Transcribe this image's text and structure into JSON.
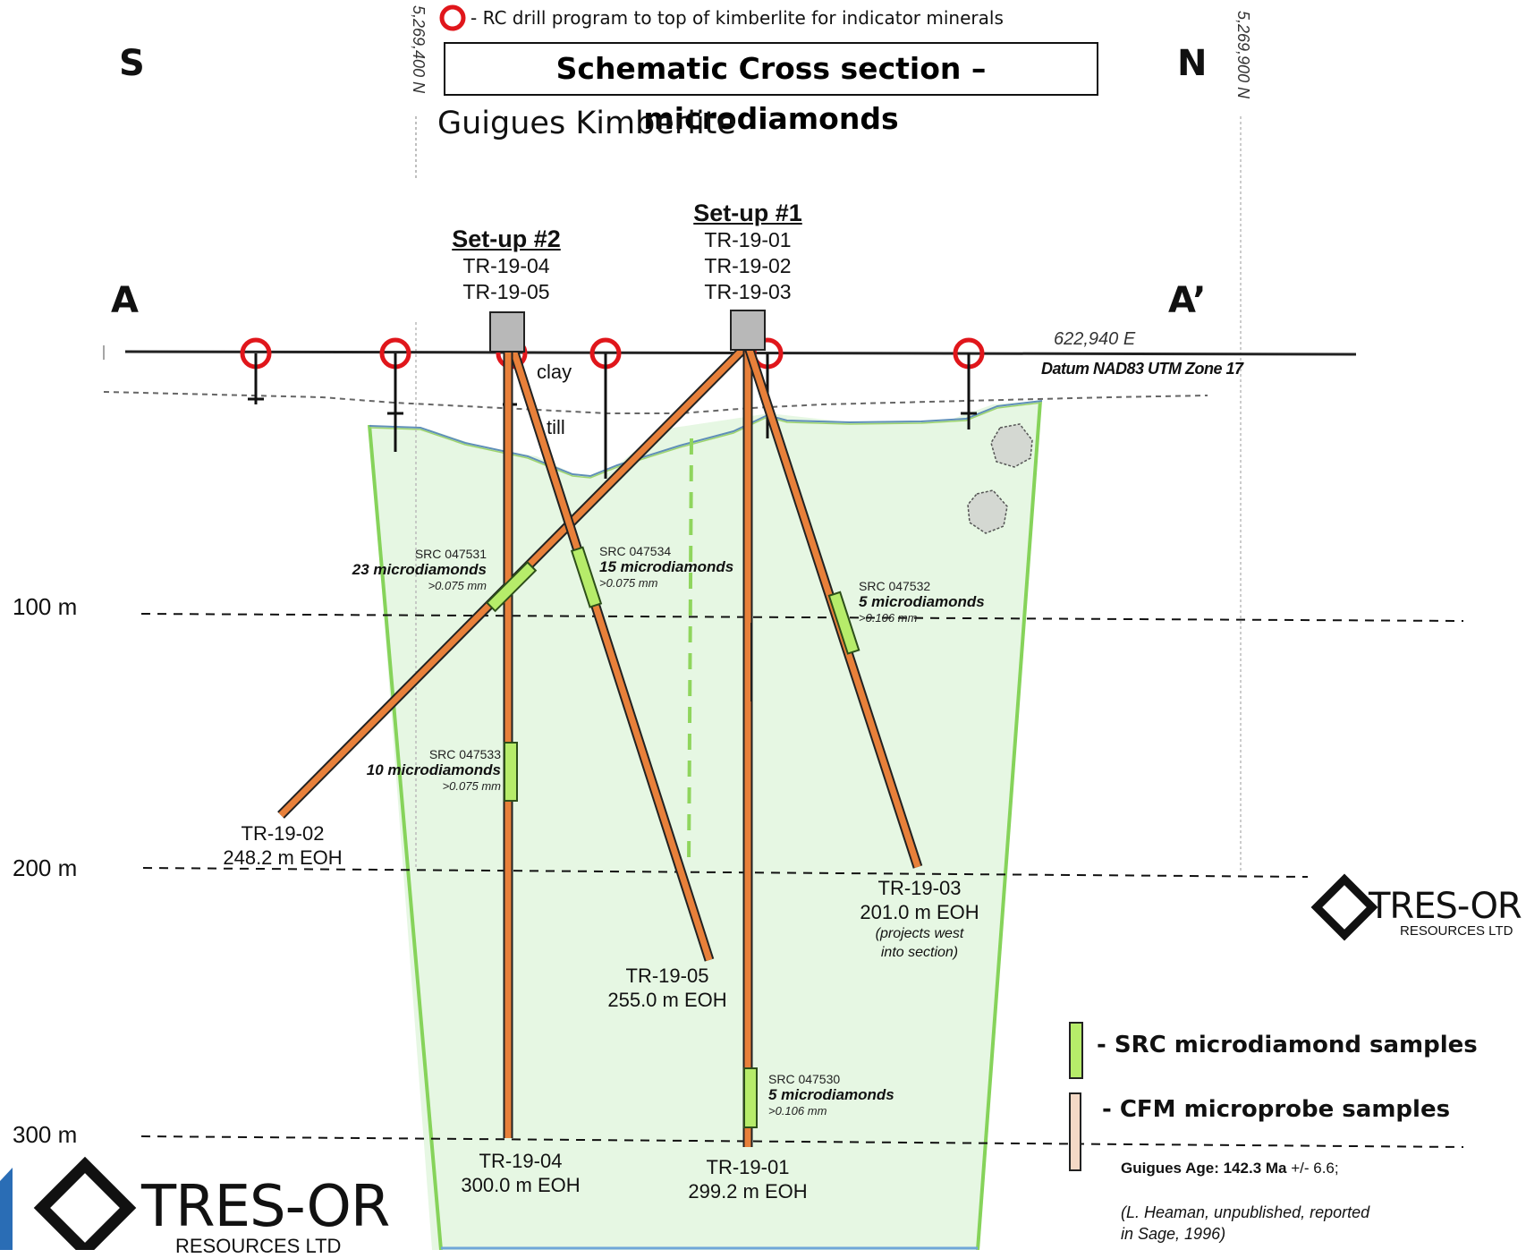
{
  "legend_top": {
    "text": "- RC drill program to top of kimberlite for indicator minerals"
  },
  "title": "Schematic Cross section – microdiamonds",
  "subtitle": "Guigues Kimberlite",
  "directions": {
    "south": "S",
    "north": "N",
    "a": "A",
    "a_prime": "A’"
  },
  "coords": {
    "west_northing": "5,269,400 N",
    "east_northing": "5,269,900 N",
    "easting": "622,940 E",
    "datum": "Datum NAD83 UTM Zone 17"
  },
  "setups": [
    {
      "heading": "Set-up #2",
      "holes": [
        "TR-19-04",
        "TR-19-05"
      ]
    },
    {
      "heading": "Set-up #1",
      "holes": [
        "TR-19-01",
        "TR-19-02",
        "TR-19-03"
      ]
    }
  ],
  "layers": {
    "clay": "clay",
    "till": "till"
  },
  "depths": [
    "100 m",
    "200 m",
    "300 m"
  ],
  "holes": [
    {
      "id": "TR-19-02",
      "eoh": "248.2 m EOH"
    },
    {
      "id": "TR-19-05",
      "eoh": "255.0 m EOH"
    },
    {
      "id": "TR-19-04",
      "eoh": "300.0 m EOH"
    },
    {
      "id": "TR-19-01",
      "eoh": "299.2 m EOH"
    },
    {
      "id": "TR-19-03",
      "eoh": "201.0 m EOH",
      "note": "(projects west into section)"
    }
  ],
  "samples": [
    {
      "src": "SRC 047531",
      "count": "23 microdiamonds",
      "size": ">0.075 mm"
    },
    {
      "src": "SRC 047534",
      "count": "15 microdiamonds",
      "size": ">0.075 mm"
    },
    {
      "src": "SRC 047532",
      "count": "5 microdiamonds",
      "size": ">0.106 mm"
    },
    {
      "src": "SRC 047533",
      "count": "10 microdiamonds",
      "size": ">0.075 mm"
    },
    {
      "src": "SRC 047530",
      "count": "5 microdiamonds",
      "size": ">0.106 mm"
    }
  ],
  "legend": {
    "src_samples": "- SRC microdiamond samples",
    "cfm_samples": "- CFM microprobe samples",
    "age_label": "Guigues Age: 142.3 Ma",
    "age_error": "+/- 6.6;",
    "reference_line1": "(L. Heaman, unpublished, reported",
    "reference_line2": "in Sage, 1996)"
  },
  "logo": {
    "name": "TRES-OR",
    "sub": "RESOURCES LTD"
  },
  "colors": {
    "kimberlite_fill": "#e6f7e3",
    "kimberlite_edge": "#86d35a",
    "drill_hole": "#e8803a",
    "sample_green": "#b6ec6a",
    "cfm_sample": "#f4d9c6",
    "circle_red": "#e0161b",
    "setup_box": "#b8b8b8"
  }
}
